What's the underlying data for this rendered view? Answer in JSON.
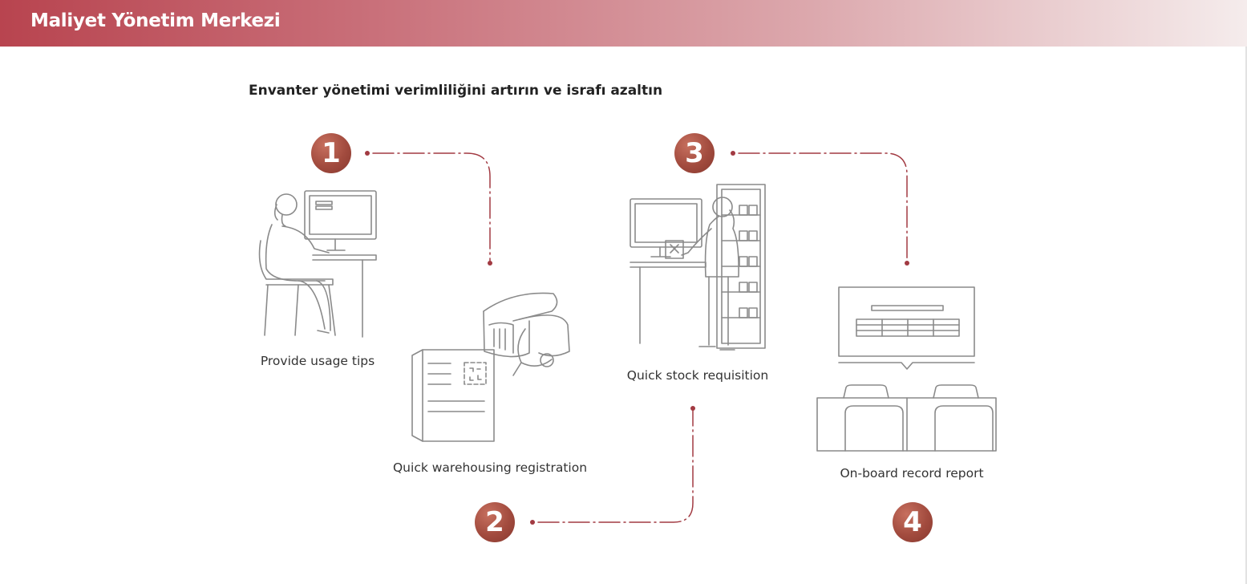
{
  "header": {
    "title": "Maliyet Yönetim Merkezi"
  },
  "subtitle": "Envanter yönetimi verimliliğini artırın ve israfı azaltın",
  "accent_color": "#a24b3e",
  "steps": [
    {
      "number": "1",
      "label": "Provide usage tips",
      "icon": "person-at-computer-icon"
    },
    {
      "number": "2",
      "label": "Quick warehousing registration",
      "icon": "barcode-scanner-icon"
    },
    {
      "number": "3",
      "label": "Quick stock requisition",
      "icon": "person-at-shelves-icon"
    },
    {
      "number": "4",
      "label": "On-board record report",
      "icon": "report-display-icon"
    }
  ]
}
